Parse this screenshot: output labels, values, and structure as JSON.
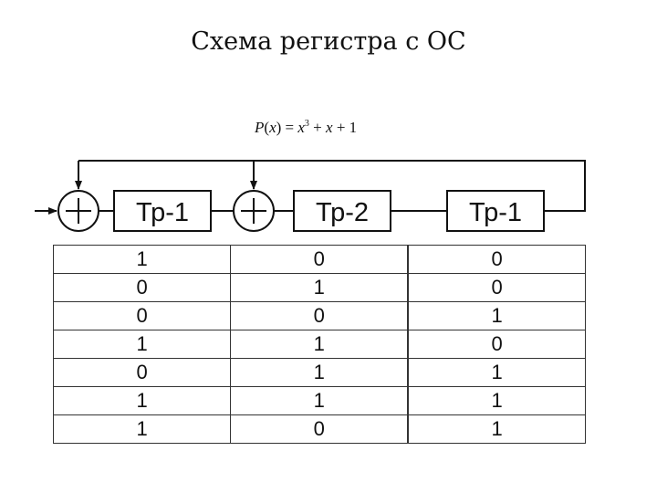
{
  "title": "Схема регистра с ОС",
  "polynomial": {
    "lhs_name": "P",
    "lhs_arg": "(x)",
    "eq": "=",
    "term1": "x",
    "term1_exp": "3",
    "plus1": "+",
    "term2": "x",
    "plus2": "+",
    "term3": "1"
  },
  "icons": {
    "adder": "circled-plus-icon",
    "arrow": "arrow-icon"
  },
  "registers": [
    {
      "label": "Тр-1"
    },
    {
      "label": "Тр-2"
    },
    {
      "label": "Тр-1"
    }
  ],
  "adders": [
    {
      "symbol": "+"
    },
    {
      "symbol": "+"
    }
  ],
  "state_table": {
    "rows": [
      [
        "1",
        "0",
        "0"
      ],
      [
        "0",
        "1",
        "0"
      ],
      [
        "0",
        "0",
        "1"
      ],
      [
        "1",
        "1",
        "0"
      ],
      [
        "0",
        "1",
        "1"
      ],
      [
        "1",
        "1",
        "1"
      ],
      [
        "1",
        "0",
        "1"
      ]
    ]
  }
}
